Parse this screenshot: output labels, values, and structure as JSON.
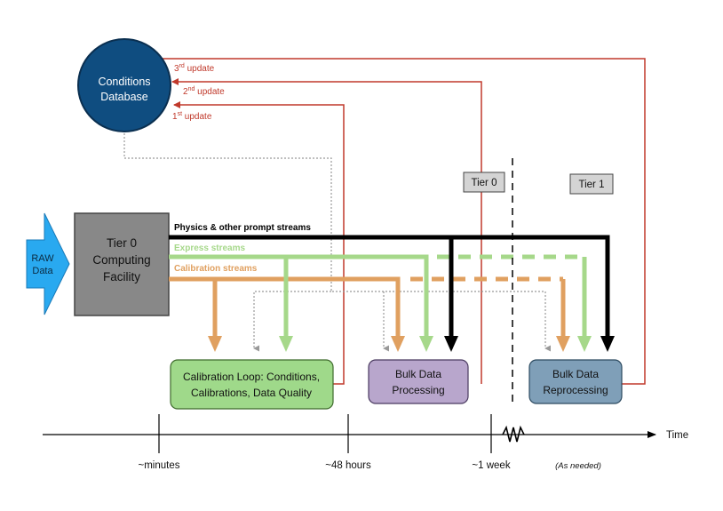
{
  "conditions_db": {
    "line1": "Conditions",
    "line2": "Database"
  },
  "updates": [
    {
      "num": "3",
      "sup": "rd",
      "text": " update"
    },
    {
      "num": "2",
      "sup": "nd",
      "text": " update"
    },
    {
      "num": "1",
      "sup": "st",
      "text": " update"
    }
  ],
  "raw_data": {
    "line1": "RAW",
    "line2": "Data"
  },
  "tier0_facility": {
    "line1": "Tier 0",
    "line2": "Computing",
    "line3": "Facility"
  },
  "streams": {
    "physics": "Physics & other prompt streams",
    "express": "Express streams",
    "calibration": "Calibration streams"
  },
  "tier_boxes": {
    "tier0": "Tier 0",
    "tier1": "Tier 1"
  },
  "calibration_loop": {
    "line1": "Calibration Loop: Conditions,",
    "line2": "Calibrations, Data Quality"
  },
  "bulk_processing": {
    "line1": "Bulk Data",
    "line2": "Processing"
  },
  "bulk_reprocessing": {
    "line1": "Bulk Data",
    "line2": "Reprocessing"
  },
  "timeline": {
    "axis_label": "Time",
    "ticks": [
      "~minutes",
      "~48 hours",
      "~1 week"
    ],
    "as_needed": "(As needed)"
  },
  "colors": {
    "physics": "#000000",
    "express": "#a6d88a",
    "calibration": "#e0a060",
    "update": "#c0392b",
    "db": "#0f4d80",
    "tier0": "#888888",
    "cal_loop": "#9fd98a",
    "bulk_proc": "#b8a6cc",
    "bulk_reproc": "#7f9fb8",
    "raw": "#29a9f0"
  }
}
